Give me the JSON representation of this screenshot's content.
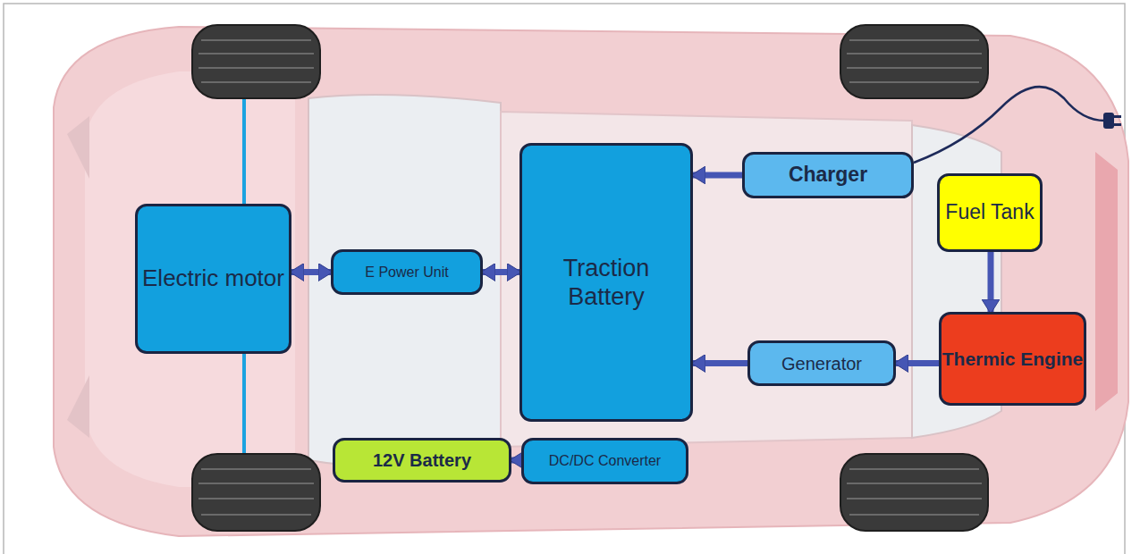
{
  "diagram": {
    "nodes": [
      {
        "text": [
          "Electric motor"
        ]
      },
      {
        "text": [
          "E Power Unit"
        ]
      },
      {
        "text": [
          "Traction Battery"
        ]
      },
      {
        "text": [
          "Charger"
        ]
      },
      {
        "text": [
          "Fuel Tank"
        ]
      },
      {
        "text": [
          "Thermic Engine"
        ]
      },
      {
        "text": [
          "Generator"
        ]
      },
      {
        "text": [
          "12V Battery"
        ]
      },
      {
        "text": [
          "DC/DC Converter"
        ]
      }
    ],
    "edges": [
      {
        "from": 0,
        "to": 1,
        "arrow": "both"
      },
      {
        "from": 1,
        "to": 2,
        "arrow": "both"
      },
      {
        "from": 3,
        "to": 2,
        "arrow": "to"
      },
      {
        "from": 4,
        "to": 5,
        "arrow": "to"
      },
      {
        "from": 5,
        "to": 6,
        "arrow": "to"
      },
      {
        "from": 6,
        "to": 2,
        "arrow": "to"
      },
      {
        "from": 8,
        "to": 7,
        "arrow": "to"
      }
    ]
  }
}
